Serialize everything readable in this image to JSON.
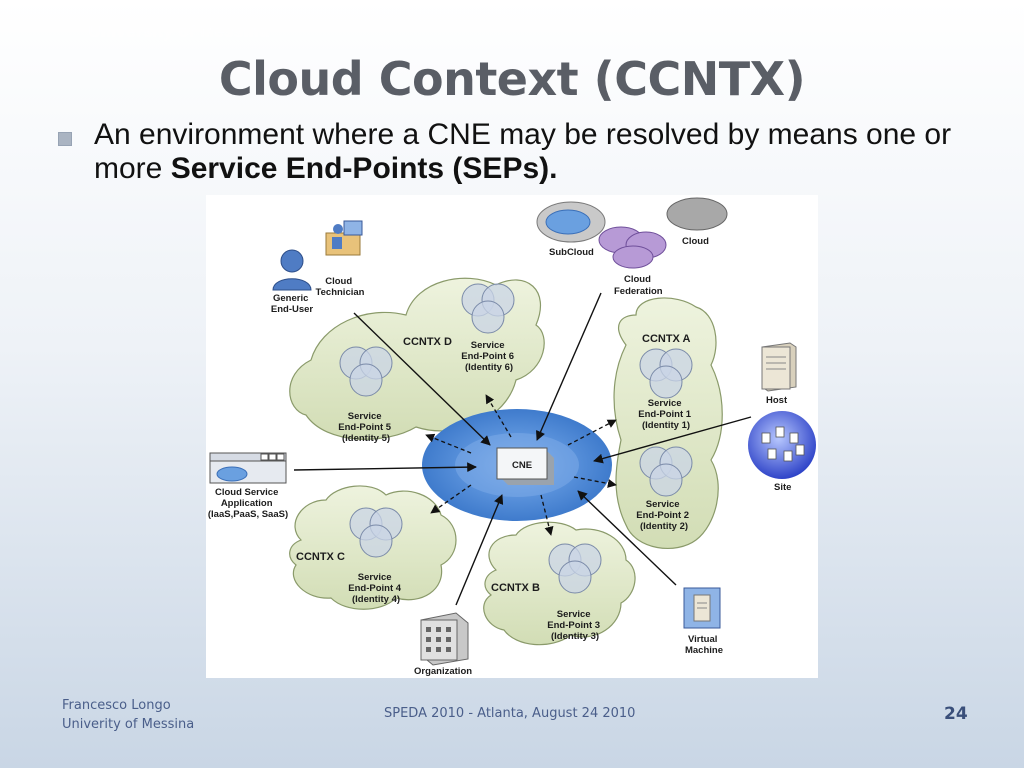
{
  "header": {
    "watermark": "University of Messina",
    "title": "Cloud Context (CCNTX)"
  },
  "bullet": {
    "text_plain": "An environment where a CNE may be resolved by means one or more ",
    "text_bold": "Service End-Points (SEPs)."
  },
  "diagram": {
    "legend": {
      "subcloud": "SubCloud",
      "cloud": "Cloud",
      "federation_line1": "Cloud",
      "federation_line2": "Federation"
    },
    "cne": "CNE",
    "clouds": {
      "d": {
        "name": "CCNTX D",
        "sep_a": [
          "Service",
          "End-Point 6",
          "(Identity 6)"
        ],
        "sep_b": [
          "Service",
          "End-Point 5",
          "(Identity 5)"
        ]
      },
      "a": {
        "name": "CCNTX A",
        "sep_a": [
          "Service",
          "End-Point 1",
          "(Identity 1)"
        ],
        "sep_b": [
          "Service",
          "End-Point 2",
          "(Identity 2)"
        ]
      },
      "c": {
        "name": "CCNTX C",
        "sep": [
          "Service",
          "End-Point 4",
          "(Identity 4)"
        ]
      },
      "b": {
        "name": "CCNTX B",
        "sep": [
          "Service",
          "End-Point 3",
          "(Identity 3)"
        ]
      }
    },
    "actors": {
      "generic_user": [
        "Generic",
        "End-User"
      ],
      "technician": [
        "Cloud",
        "Technician"
      ],
      "host": "Host",
      "site": "Site",
      "app": [
        "Cloud Service",
        "Application",
        "(IaaS,PaaS, SaaS)"
      ],
      "organization": "Organization",
      "vm": [
        "Virtual",
        "Machine"
      ]
    }
  },
  "footer": {
    "author": "Francesco Longo",
    "affiliation": "Univerity of Messina",
    "event": "SPEDA 2010 - Atlanta, August 24 2010",
    "page": "24"
  },
  "colors": {
    "title": "#5a5e66",
    "footer": "#4a5e8a",
    "cloud_fill": "#dfe8c8",
    "ellipse_blue": "#4a86d4"
  }
}
